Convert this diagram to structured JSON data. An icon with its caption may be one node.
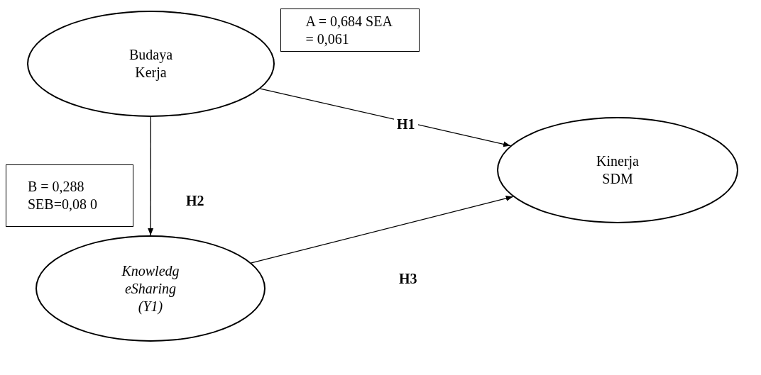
{
  "diagram": {
    "nodes": [
      {
        "text": [
          "Budaya Kerja"
        ]
      },
      {
        "text": [
          "A = 0,684 SEA = 0,061"
        ]
      },
      {
        "text": [
          "Kinerja SDM"
        ]
      },
      {
        "text": [
          "B = 0,288 SEB=0,08 0"
        ]
      },
      {
        "text": [
          "Knowledg eSharing (Y1)"
        ]
      }
    ],
    "edges": [
      {
        "from": 0,
        "to": 2,
        "arrow": "to",
        "label": "H1"
      },
      {
        "from": 0,
        "to": 4,
        "arrow": "to",
        "label": "H2"
      },
      {
        "from": 4,
        "to": 2,
        "arrow": "to",
        "label": "H3"
      }
    ]
  }
}
